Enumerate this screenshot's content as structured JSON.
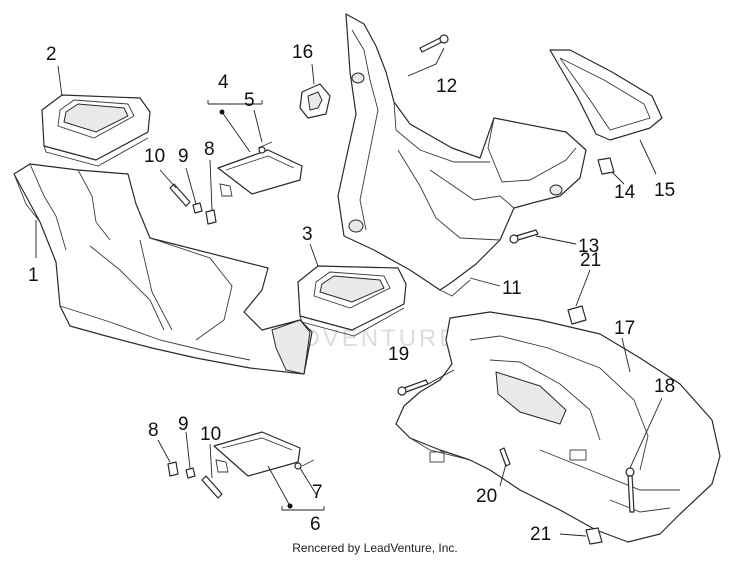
{
  "callouts": {
    "c1": "1",
    "c2": "2",
    "c3": "3",
    "c4": "4",
    "c5": "5",
    "c6": "6",
    "c7": "7",
    "c8a": "8",
    "c8b": "8",
    "c9a": "9",
    "c9b": "9",
    "c10a": "10",
    "c10b": "10",
    "c11": "11",
    "c12": "12",
    "c13": "13",
    "c14": "14",
    "c15": "15",
    "c16": "16",
    "c17": "17",
    "c18": "18",
    "c19": "19",
    "c20": "20",
    "c21a": "21",
    "c21b": "21"
  },
  "watermark": "LEADVENTURE",
  "credit": "Rencered by LeadVenture, Inc."
}
